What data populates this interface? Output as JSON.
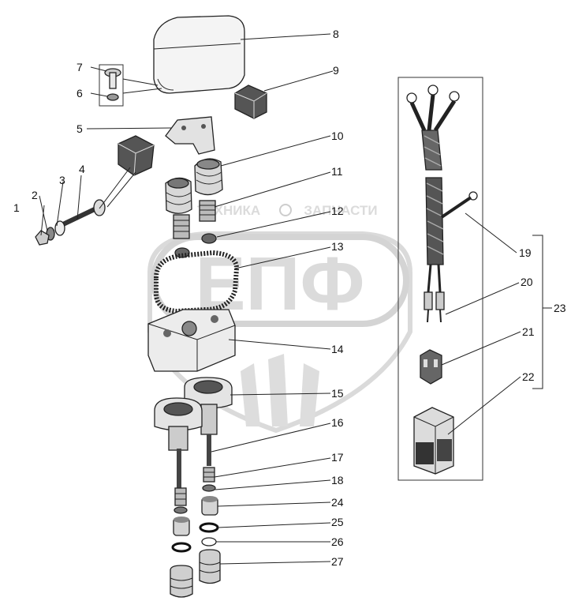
{
  "watermark": {
    "top_left": "ТЕХНИКА",
    "top_right": "ЗАПЧАСТИ",
    "logo": "ЕПФ"
  },
  "callouts": [
    {
      "id": "1",
      "label": "1"
    },
    {
      "id": "2",
      "label": "2"
    },
    {
      "id": "3",
      "label": "3"
    },
    {
      "id": "4",
      "label": "4"
    },
    {
      "id": "5",
      "label": "5"
    },
    {
      "id": "6",
      "label": "6"
    },
    {
      "id": "7",
      "label": "7"
    },
    {
      "id": "8",
      "label": "8"
    },
    {
      "id": "9",
      "label": "9"
    },
    {
      "id": "10",
      "label": "10"
    },
    {
      "id": "11",
      "label": "11"
    },
    {
      "id": "12",
      "label": "12"
    },
    {
      "id": "13",
      "label": "13"
    },
    {
      "id": "14",
      "label": "14"
    },
    {
      "id": "15",
      "label": "15"
    },
    {
      "id": "16",
      "label": "16"
    },
    {
      "id": "17",
      "label": "17"
    },
    {
      "id": "18",
      "label": "18"
    },
    {
      "id": "19",
      "label": "19"
    },
    {
      "id": "20",
      "label": "20"
    },
    {
      "id": "21",
      "label": "21"
    },
    {
      "id": "22",
      "label": "22"
    },
    {
      "id": "23",
      "label": "23"
    },
    {
      "id": "24",
      "label": "24"
    },
    {
      "id": "25",
      "label": "25"
    },
    {
      "id": "26",
      "label": "26"
    },
    {
      "id": "27",
      "label": "27"
    }
  ]
}
